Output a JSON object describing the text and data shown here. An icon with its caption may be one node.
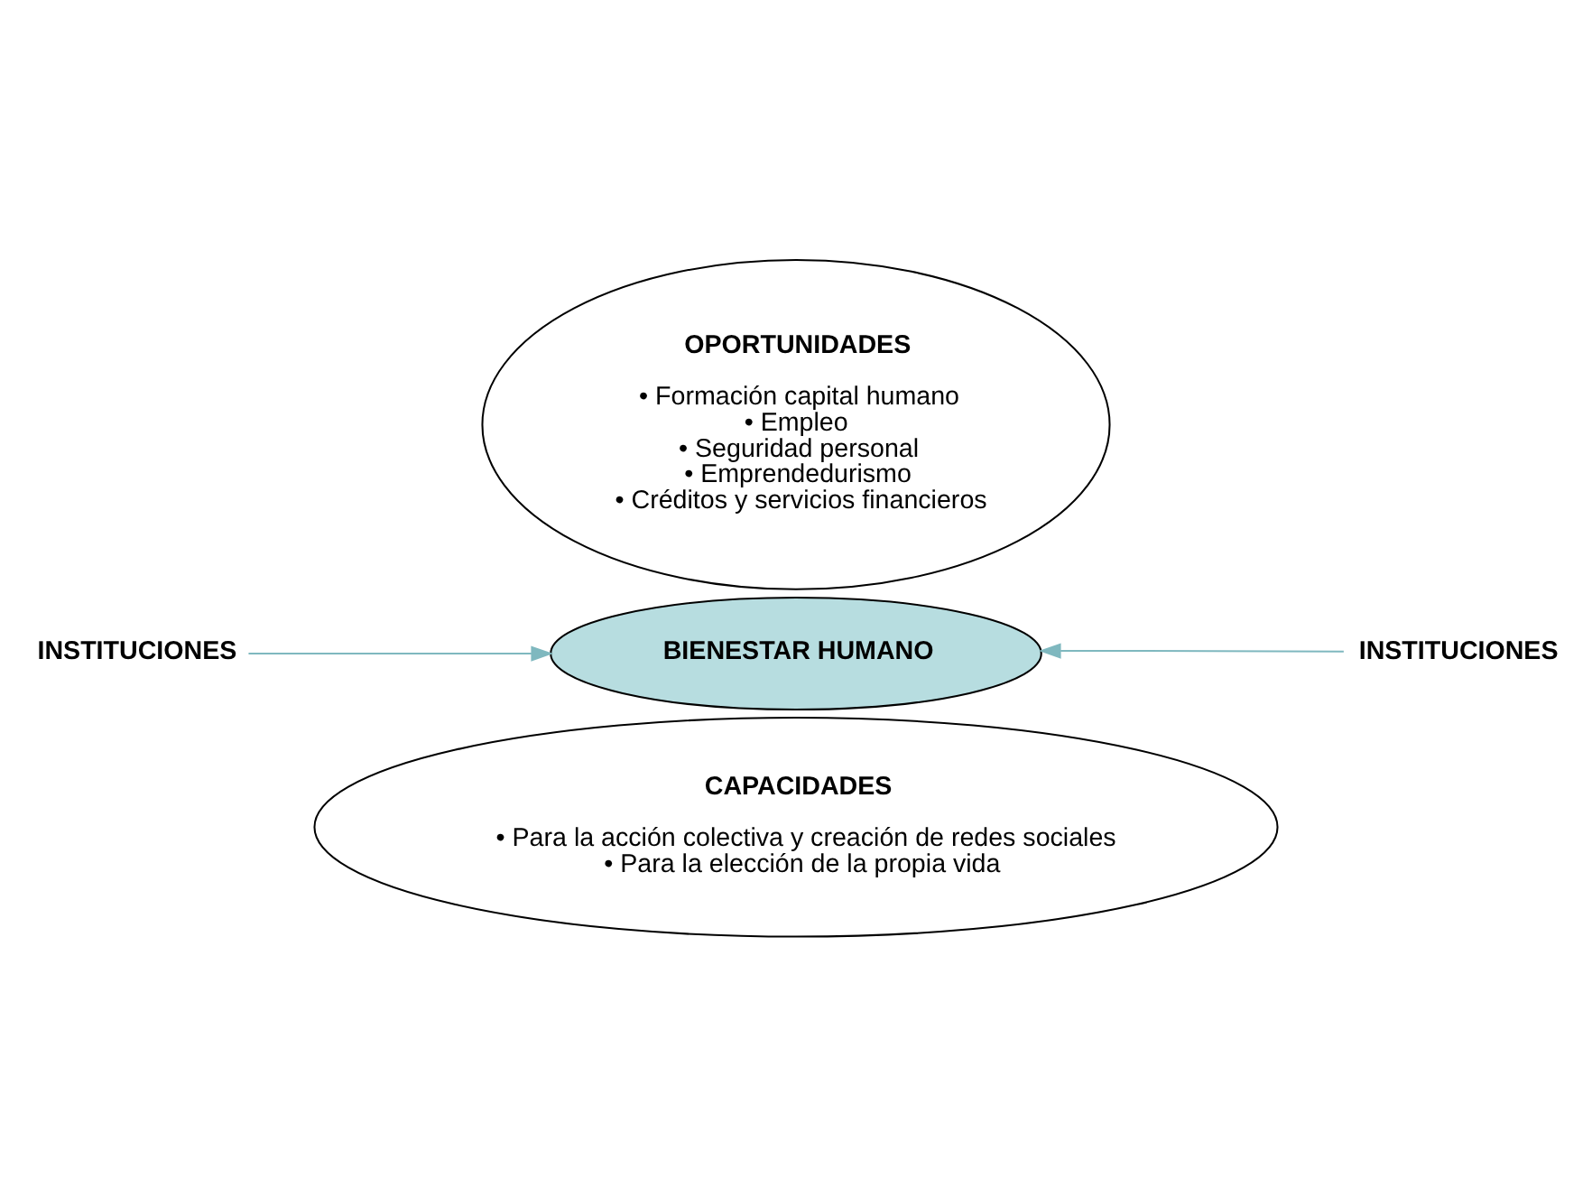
{
  "diagram": {
    "nodes": [
      {
        "text": [
          "OPORTUNIDADES",
          "• Formación capital humano",
          "• Empleo",
          "• Seguridad personal",
          "• Emprendedurismo",
          "• Créditos y servicios financieros"
        ]
      },
      {
        "text": [
          "BIENESTAR HUMANO"
        ]
      },
      {
        "text": [
          "CAPACIDADES",
          "• Para la acción colectiva y creación de redes sociales",
          "• Para la elección de la propia vida"
        ]
      },
      {
        "text": [
          "INSTITUCIONES"
        ]
      },
      {
        "text": [
          "INSTITUCIONES"
        ]
      }
    ],
    "edges": [
      {
        "from": 3,
        "to": 1,
        "arrow": "to"
      },
      {
        "from": 4,
        "to": 1,
        "arrow": "to"
      }
    ]
  }
}
